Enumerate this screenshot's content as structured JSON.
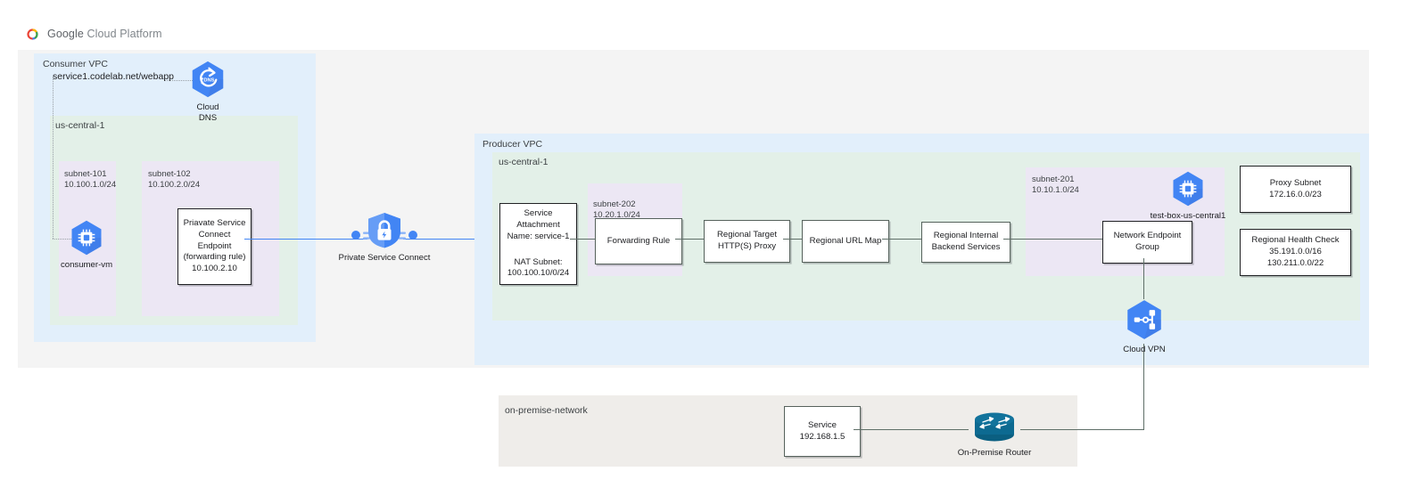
{
  "header": {
    "brand_google": "Google",
    "brand_cloud": "Cloud",
    "brand_platform": "Platform",
    "logo_icon": "google-cloud-logo"
  },
  "colors": {
    "panel_bg": "#f4f4f4",
    "vpc_bg": "#e2effb",
    "region_bg": "#e3f0e8",
    "subnet_bg": "#ece7f4",
    "onprem_bg": "#efedea",
    "gcp_blue": "#4285f4",
    "psc_line": "#4285f4",
    "router_teal": "#10698f",
    "box_border": "#56625c"
  },
  "consumer": {
    "vpc_label": "Consumer VPC",
    "region_label": "us-central-1",
    "dns_record": "service1.codelab.net/webapp",
    "cloud_dns": {
      "icon": "cloud-dns-icon",
      "label_line1": "Cloud",
      "label_line2": "DNS"
    },
    "subnet_101": {
      "name": "subnet-101",
      "cidr": "10.100.1.0/24"
    },
    "subnet_102": {
      "name": "subnet-102",
      "cidr": "10.100.2.0/24"
    },
    "consumer_vm": {
      "icon": "compute-engine-vm-icon",
      "label": "consumer-vm"
    },
    "psc_endpoint": {
      "line1": "Priavate Service",
      "line2": "Connect Endpoint",
      "line3": "(forwarding rule)",
      "line4": "10.100.2.10"
    }
  },
  "psc": {
    "icon": "private-service-connect-icon",
    "label": "Private Service Connect"
  },
  "producer": {
    "vpc_label": "Producer VPC",
    "region_label": "us-central-1",
    "service_attachment": {
      "line1": "Service",
      "line2": "Attachment",
      "line3": "Name: service-1",
      "line4": "NAT Subnet:",
      "line5": "100.100.10/0/24"
    },
    "subnet_202": {
      "name": "subnet-202",
      "cidr": "10.20.1.0/24"
    },
    "forwarding_rule": "Forwarding Rule",
    "target_proxy": {
      "line1": "Regional Target",
      "line2": "HTTP(S) Proxy"
    },
    "url_map": "Regional URL Map",
    "backend_services": {
      "line1": "Regional Internal",
      "line2": "Backend Services"
    },
    "subnet_201": {
      "name": "subnet-201",
      "cidr": "10.10.1.0/24"
    },
    "test_box": {
      "icon": "compute-engine-vm-icon",
      "label": "test-box-us-central1"
    },
    "neg": {
      "line1": "Network Endpoint",
      "line2": "Group"
    },
    "proxy_subnet": {
      "line1": "Proxy Subnet",
      "line2": "172.16.0.0/23"
    },
    "health_check": {
      "line1": "Regional Health Check",
      "line2": "35.191.0.0/16",
      "line3": "130.211.0.0/22"
    },
    "cloud_vpn": {
      "icon": "cloud-vpn-icon",
      "label": "Cloud VPN"
    }
  },
  "onpremise": {
    "network_label": "on-premise-network",
    "service": {
      "line1": "Service",
      "line2": "192.168.1.5"
    },
    "router": {
      "icon": "on-premise-router-icon",
      "label": "On-Premise Router"
    }
  }
}
